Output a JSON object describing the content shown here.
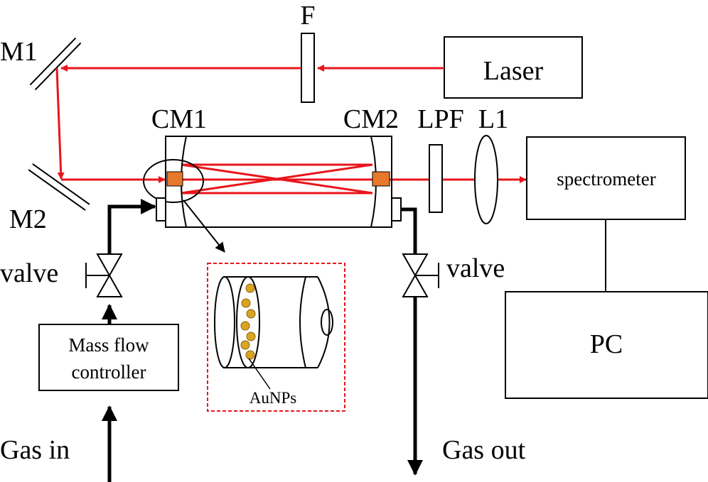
{
  "labels": {
    "m1": "M1",
    "m2": "M2",
    "filter": "F",
    "laser": "Laser",
    "cm1": "CM1",
    "cm2": "CM2",
    "lpf": "LPF",
    "lens": "L1",
    "spectrometer": "spectrometer",
    "pc": "PC",
    "valve_left": "valve",
    "valve_right": "valve",
    "mfc_line1": "Mass flow",
    "mfc_line2": "controller",
    "aunps": "AuNPs",
    "gas_in": "Gas in",
    "gas_out": "Gas out"
  },
  "colors": {
    "beam": "#e8151b",
    "mirror_pad": "#e8782c",
    "nanoparticle": "#d9a520",
    "inset_border": "#e8151b"
  }
}
